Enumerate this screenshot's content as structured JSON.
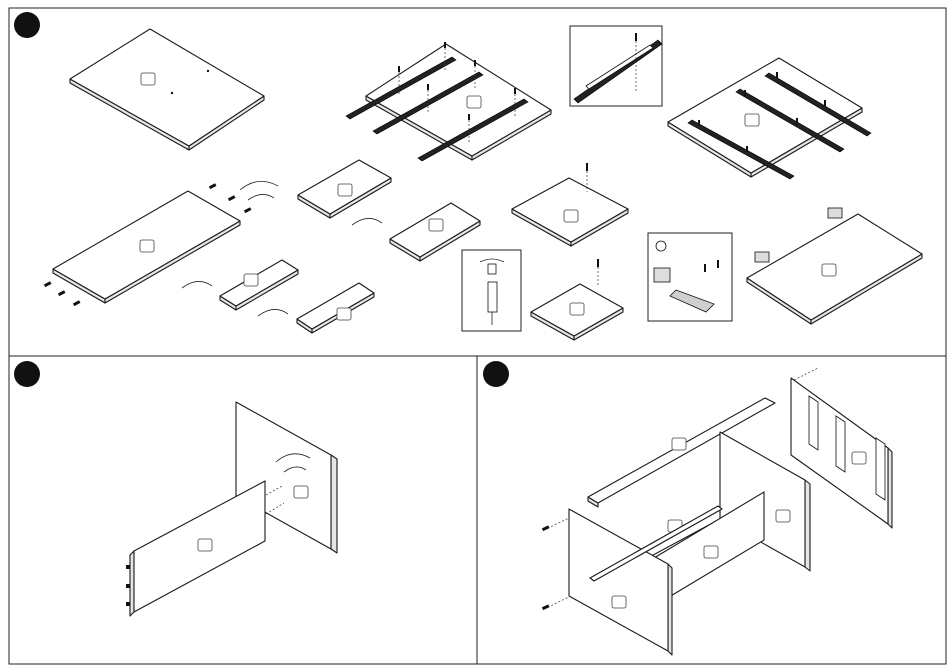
{
  "steps": [
    {
      "id": "step-1"
    },
    {
      "id": "step-2"
    },
    {
      "id": "step-3"
    }
  ],
  "part_labels": {
    "count": 0
  }
}
